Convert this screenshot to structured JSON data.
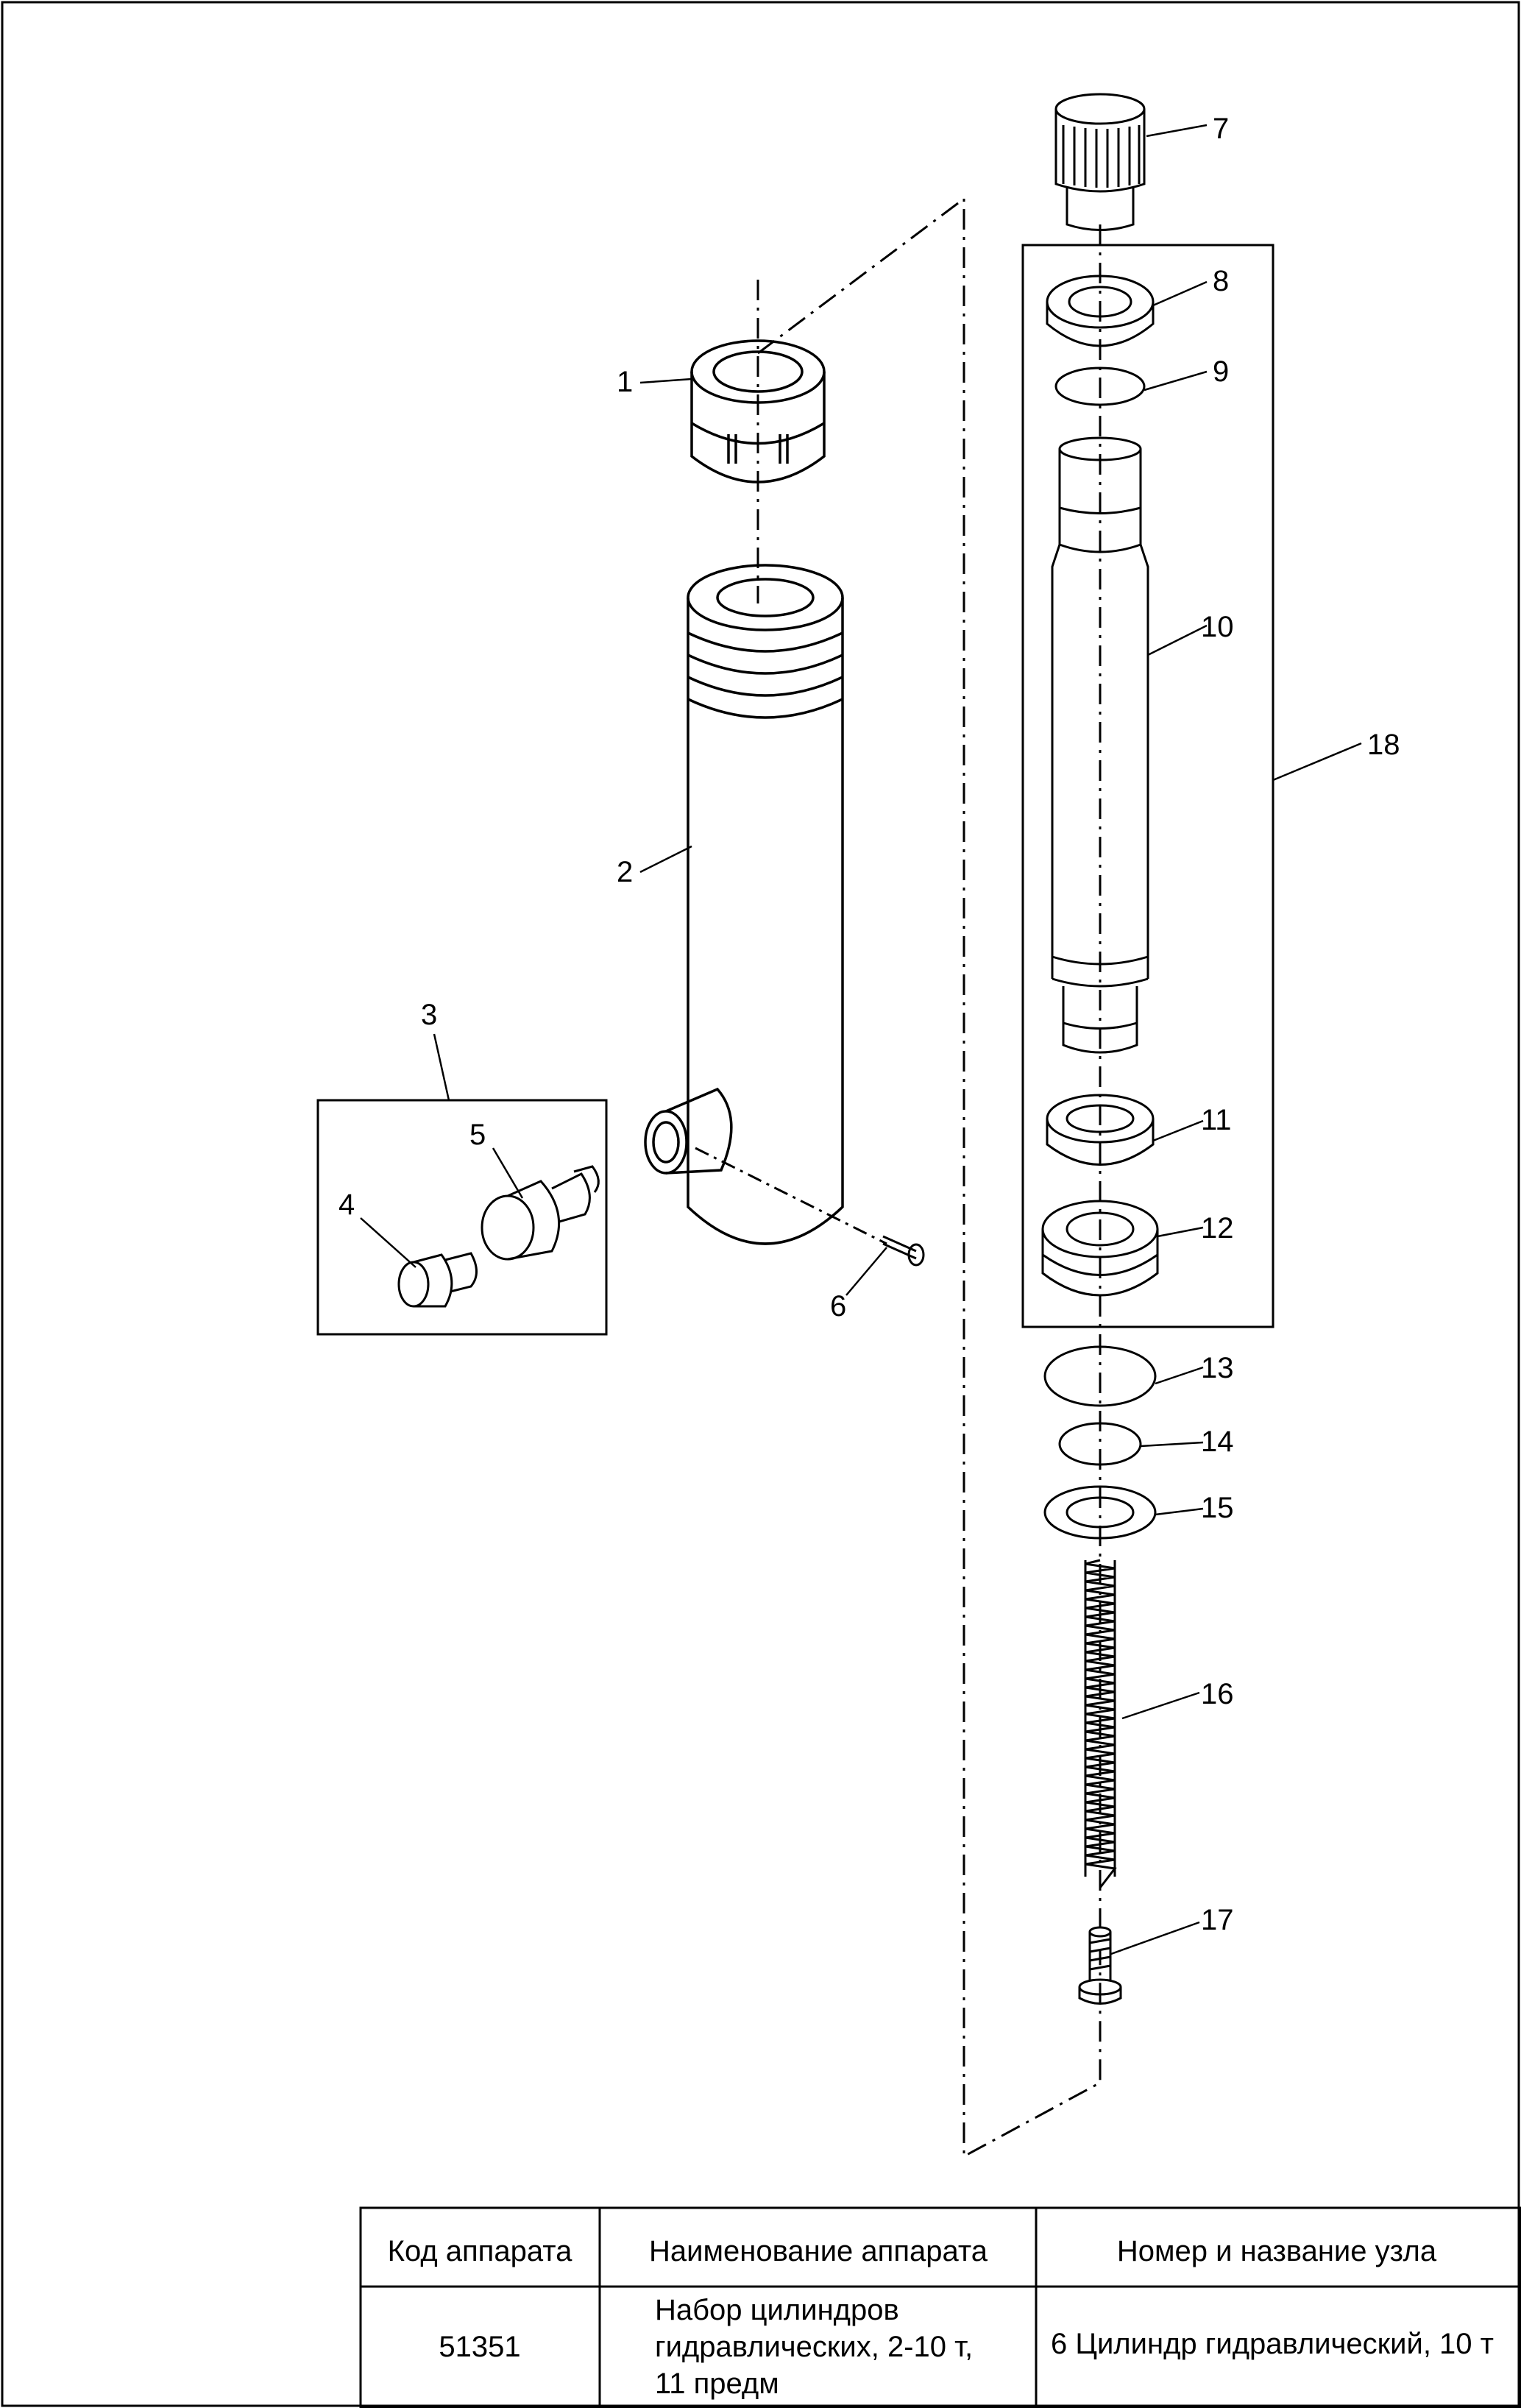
{
  "callouts": [
    "1",
    "2",
    "3",
    "4",
    "5",
    "6",
    "7",
    "8",
    "9",
    "10",
    "11",
    "12",
    "13",
    "14",
    "15",
    "16",
    "17",
    "18"
  ],
  "title_block": {
    "headers": [
      "Код аппарата",
      "Наименование аппарата",
      "Номер и название узла"
    ],
    "code": "51351",
    "name_lines": [
      "Набор цилиндров",
      "гидравлических, 2-10 т,",
      "11 предм"
    ],
    "assembly": "6 Цилиндр гидравлический, 10 т"
  }
}
